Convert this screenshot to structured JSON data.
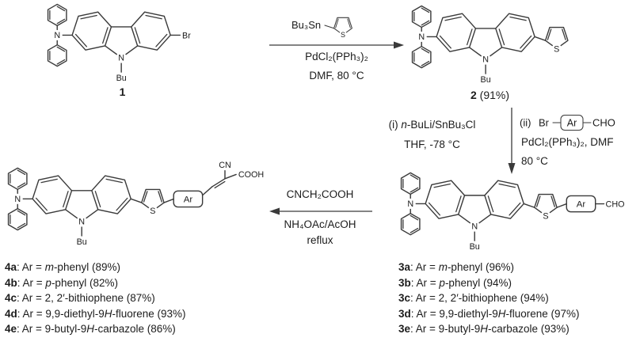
{
  "scheme": {
    "atoms": {
      "nitrogen": "N",
      "sulfur": "S",
      "butyl": "Bu",
      "bromine": "Br",
      "aryl": "Ar",
      "aldehyde": "CHO",
      "nitrile": "CN",
      "acid": "COOH"
    },
    "labels": {
      "c1_b": "1",
      "c1_rest": "",
      "c2_b": "2",
      "c2_rest": " (91%)"
    },
    "step1": {
      "reagent": "Bu₃Sn",
      "catalyst": "PdCl₂(PPh₃)₂",
      "solvent": "DMF, 80 °C"
    },
    "step2": {
      "i_pre": "(i) ",
      "i_it": "n",
      "i_rest": "-BuLi/SnBu₃Cl",
      "i_line2": "THF, -78 °C",
      "ii_pre": "(ii)",
      "ii_br": "Br",
      "ii_ar": "Ar",
      "ii_cho": "CHO",
      "ii_line2": "PdCl₂(PPh₃)₂, DMF",
      "ii_line3": "80 °C"
    },
    "step3": {
      "reagent": "CNCH₂COOH",
      "cond1": "NH₄OAc/AcOH",
      "cond2": "reflux"
    },
    "series3": [
      {
        "b": "3a",
        "t1": ": Ar = ",
        "i": "m",
        "t2": "-phenyl (96%)"
      },
      {
        "b": "3b",
        "t1": ": Ar = ",
        "i": "p",
        "t2": "-phenyl (94%)"
      },
      {
        "b": "3c",
        "t1": ": Ar = 2, 2′-bithiophene (94%)",
        "i": "",
        "t2": ""
      },
      {
        "b": "3d",
        "t1": ": Ar = 9,9-diethyl-9",
        "i": "H",
        "t2": "-fluorene (97%)"
      },
      {
        "b": "3e",
        "t1": ": Ar = 9-butyl-9",
        "i": "H",
        "t2": "-carbazole (93%)"
      }
    ],
    "series4": [
      {
        "b": "4a",
        "t1": ": Ar = ",
        "i": "m",
        "t2": "-phenyl (89%)"
      },
      {
        "b": "4b",
        "t1": ": Ar = ",
        "i": "p",
        "t2": "-phenyl (82%)"
      },
      {
        "b": "4c",
        "t1": ": Ar = 2, 2′-bithiophene (87%)",
        "i": "",
        "t2": ""
      },
      {
        "b": "4d",
        "t1": ": Ar = 9,9-diethyl-9",
        "i": "H",
        "t2": "-fluorene (93%)"
      },
      {
        "b": "4e",
        "t1": ": Ar = 9-butyl-9",
        "i": "H",
        "t2": "-carbazole (86%)"
      }
    ]
  }
}
